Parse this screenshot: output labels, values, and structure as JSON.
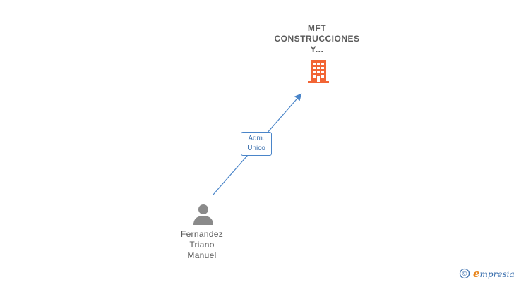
{
  "company": {
    "name_lines": [
      "MFT",
      "CONSTRUCCIONES",
      "Y..."
    ],
    "icon": "building-icon",
    "color": "#f26535"
  },
  "person": {
    "name_lines": [
      "Fernandez",
      "Triano",
      "Manuel"
    ],
    "icon": "person-icon",
    "color": "#8a8a8a"
  },
  "relation": {
    "role_lines": [
      "Adm.",
      "Unico"
    ],
    "line_color": "#4a85c9"
  },
  "brand": {
    "copyright_symbol": "©",
    "initial": "e",
    "rest": "mpresia",
    "initial_color": "#e8841a",
    "text_color": "#3a6fae"
  }
}
